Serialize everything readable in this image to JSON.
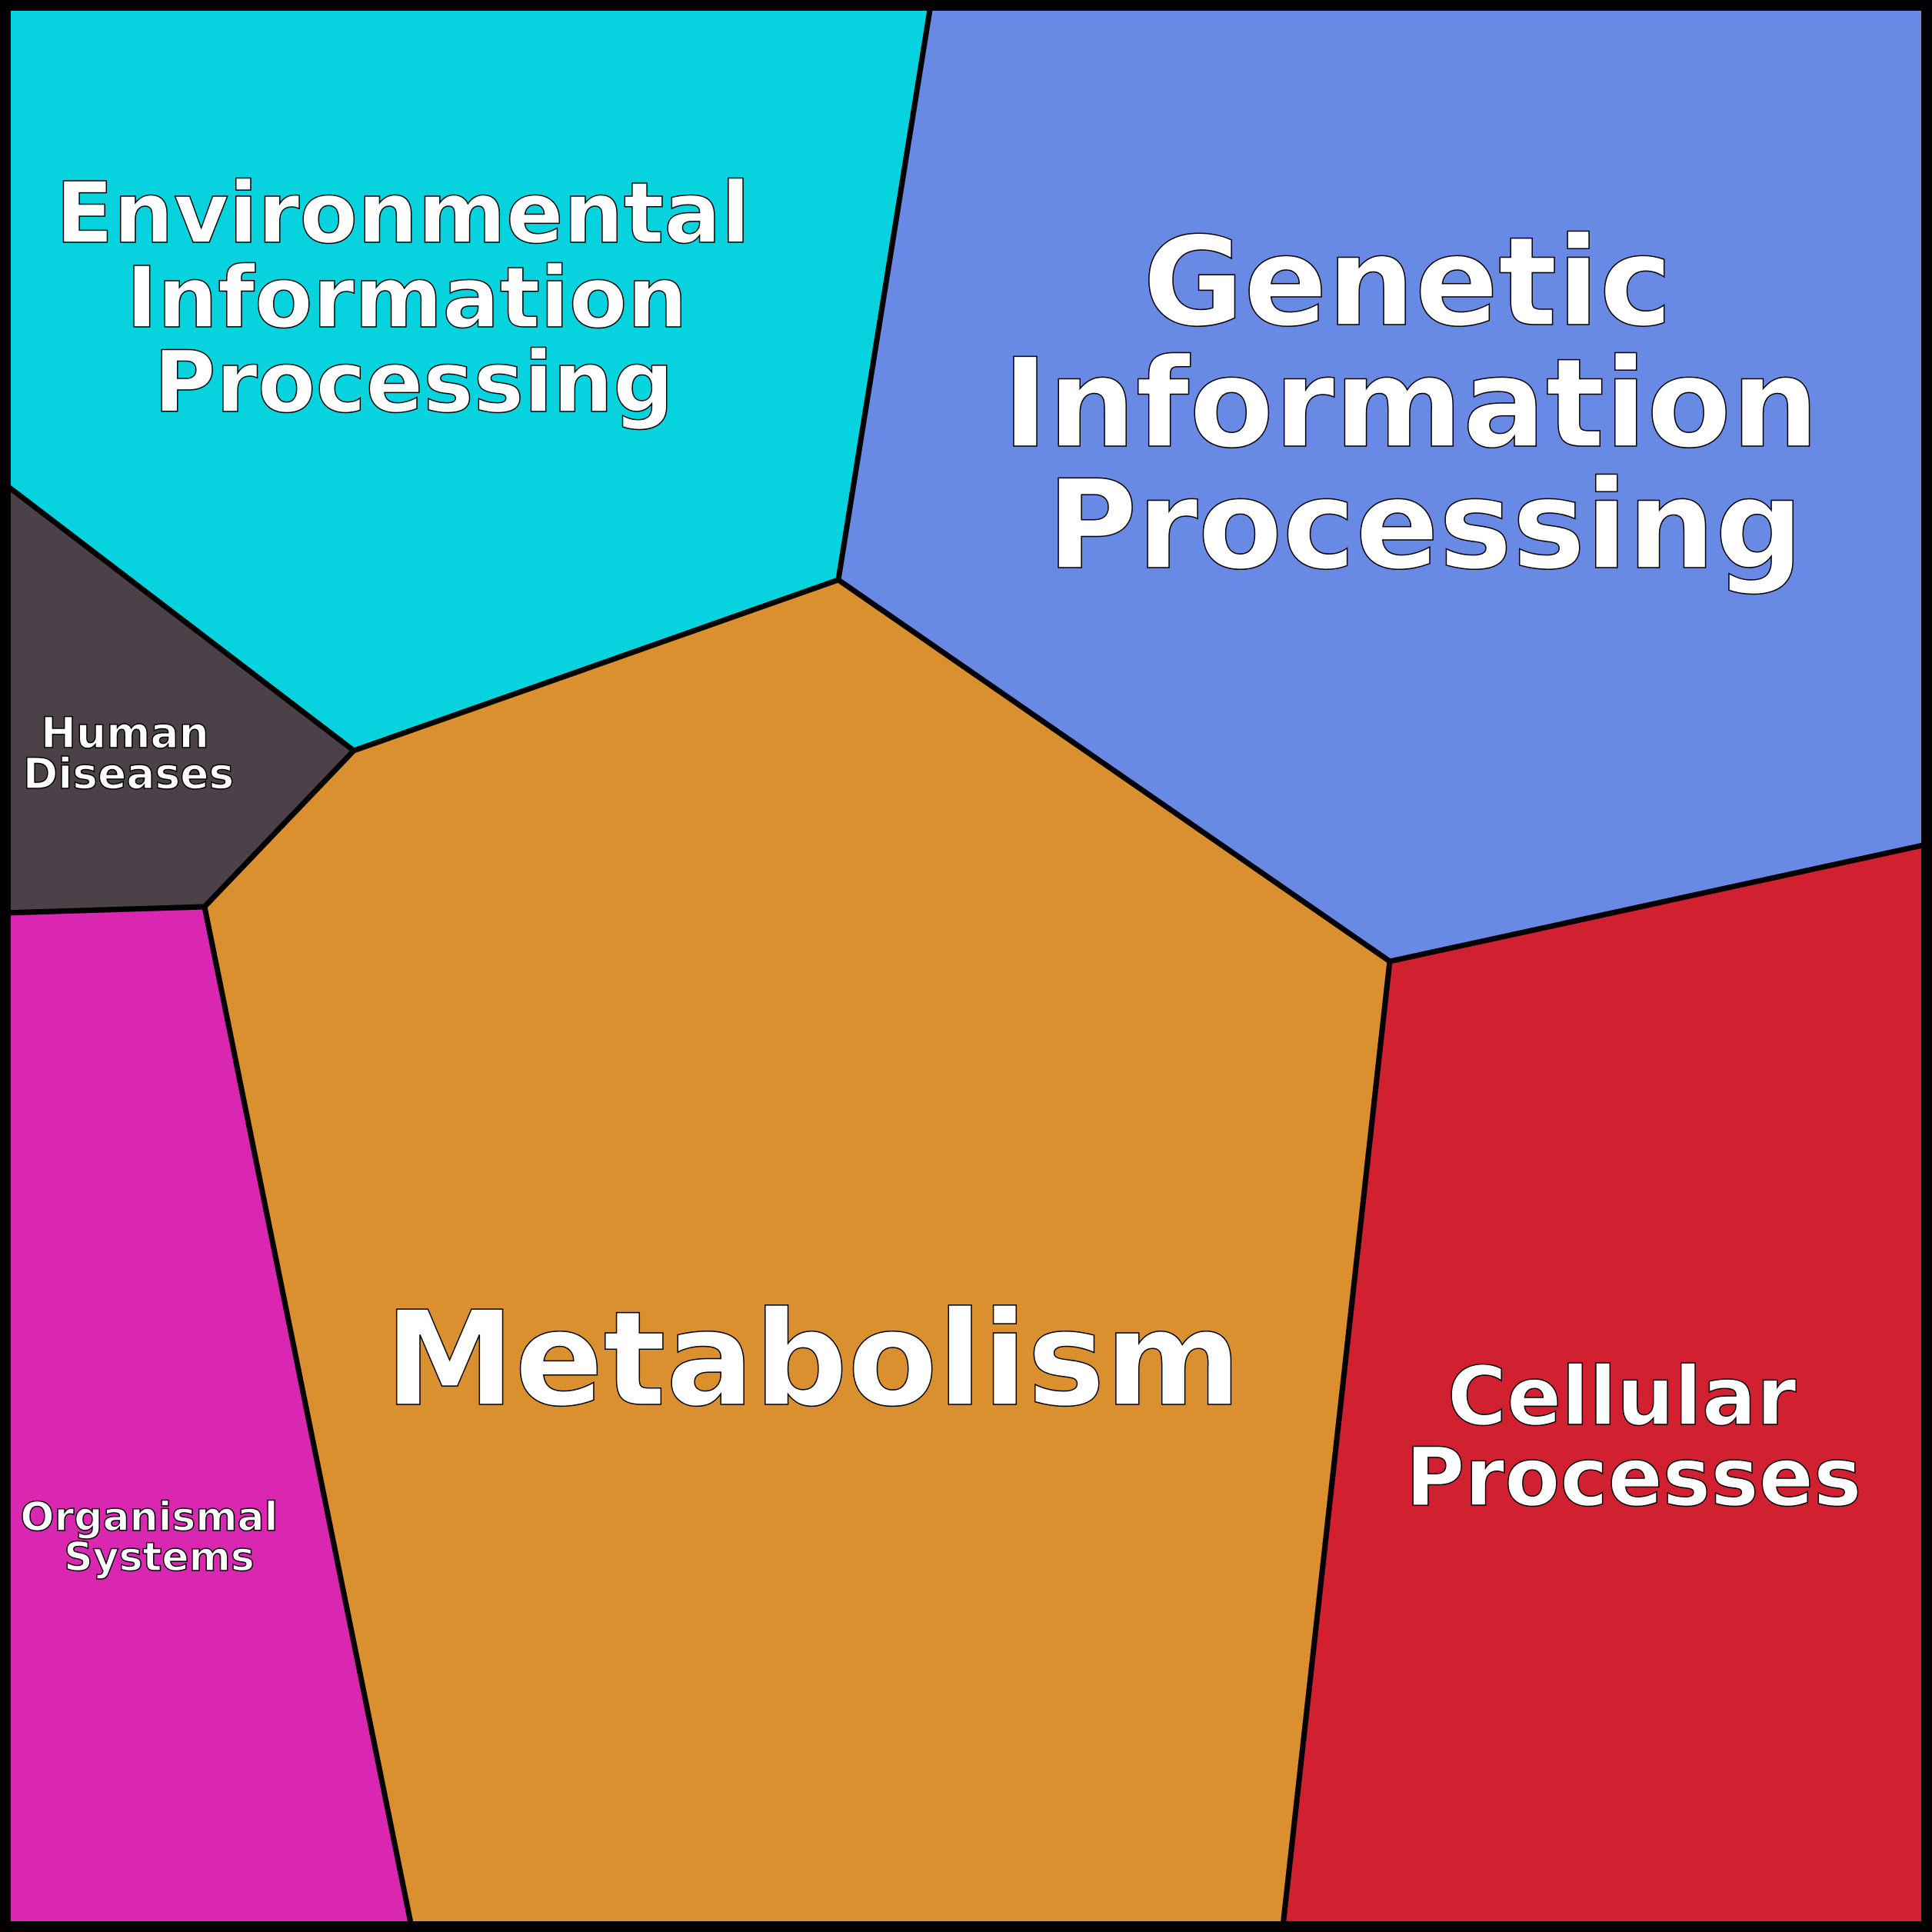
{
  "regions": [
    {
      "id": "environmental",
      "lines": [
        "Environmental",
        "Information",
        "Processing"
      ],
      "color": "#06d3de"
    },
    {
      "id": "genetic",
      "lines": [
        "Genetic",
        "Information",
        "Processing"
      ],
      "color": "#6889e4"
    },
    {
      "id": "human-diseases",
      "lines": [
        "Human",
        "Diseases"
      ],
      "color": "#4c4148"
    },
    {
      "id": "organismal",
      "lines": [
        "Organismal",
        "Systems"
      ],
      "color": "#d927b1"
    },
    {
      "id": "metabolism",
      "lines": [
        "Metabolism"
      ],
      "color": "#db9030"
    },
    {
      "id": "cellular",
      "lines": [
        "Cellular",
        "Processes"
      ],
      "color": "#d12131"
    }
  ]
}
